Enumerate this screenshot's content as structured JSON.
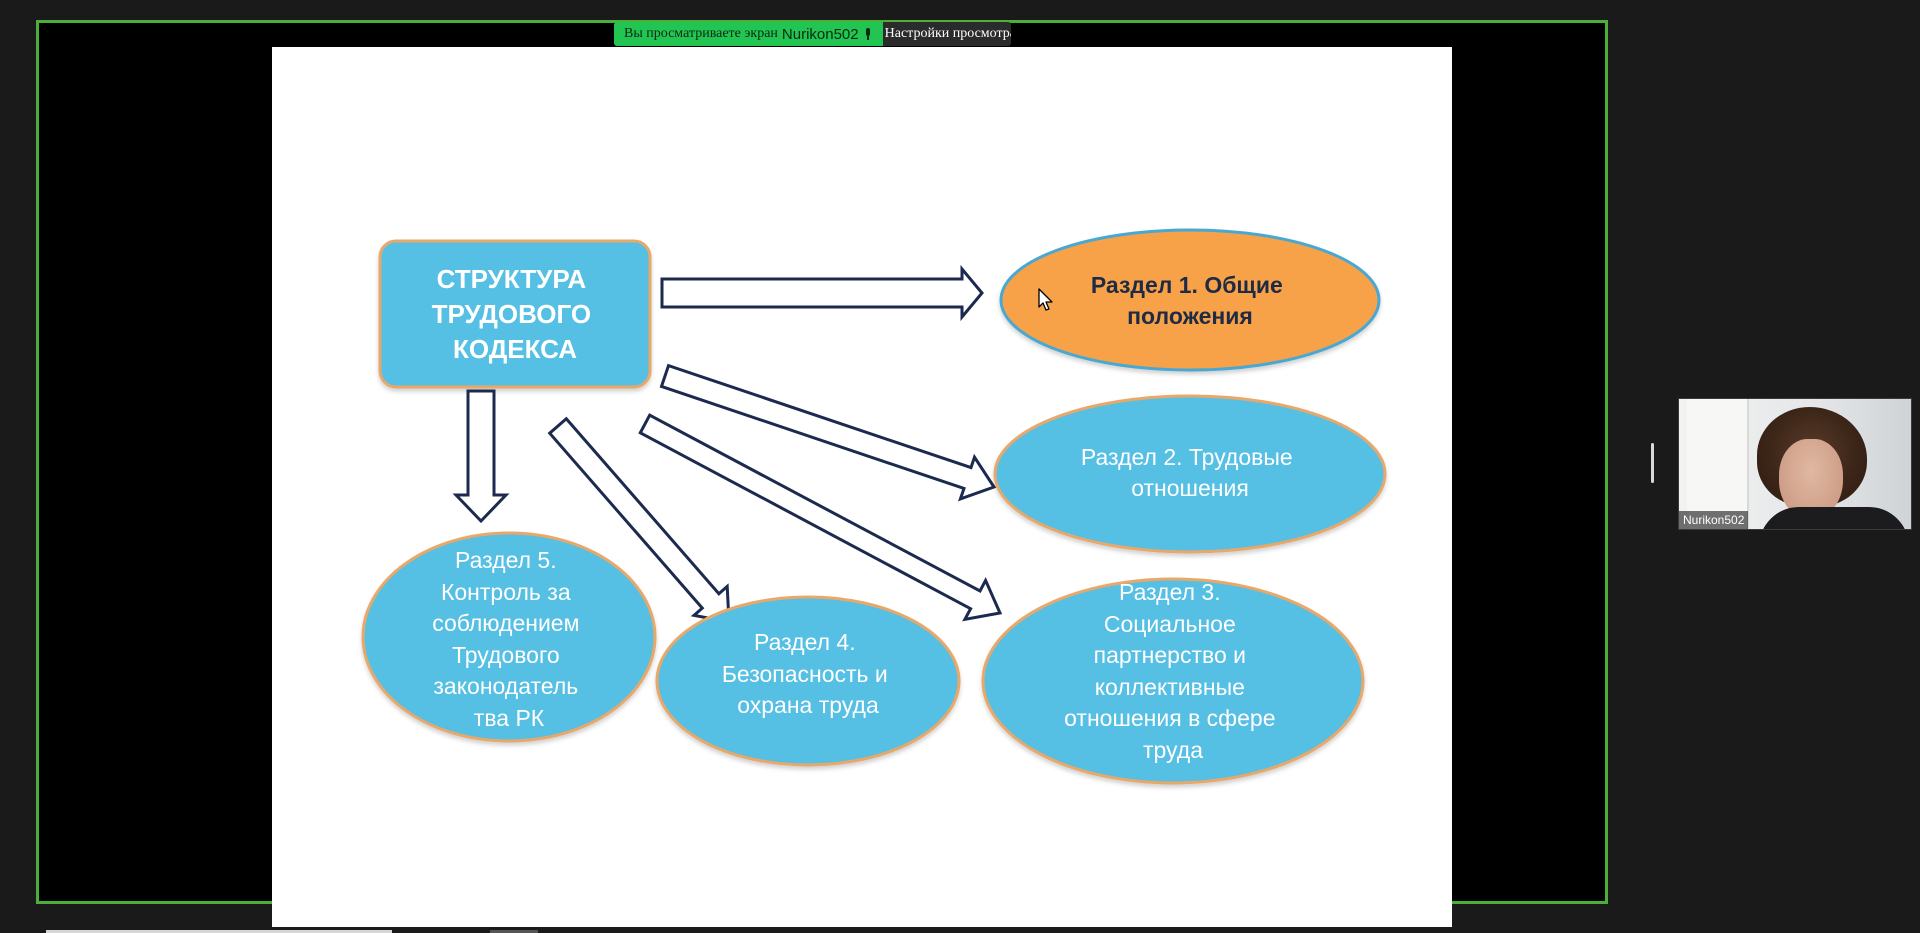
{
  "banner": {
    "prefix": "Вы просматриваете экран",
    "presenter": "Nurikon502",
    "settings": "Настройки просмотра"
  },
  "slide": {
    "main_box": [
      "СТРУКТУРА",
      "ТРУДОВОГО",
      "КОДЕКСА"
    ],
    "sections": [
      {
        "lines": [
          "Раздел 1.  Общие",
          "положения"
        ],
        "highlighted": true
      },
      {
        "lines": [
          "Раздел 2. Трудовые",
          "отношения"
        ],
        "highlighted": false
      },
      {
        "lines": [
          "Раздел 3.",
          "Социальное",
          "партнерство и",
          "коллективные",
          "отношения в сфере",
          "труда"
        ],
        "highlighted": false
      },
      {
        "lines": [
          "Раздел 4.",
          "Безопасность и",
          "охрана труда"
        ],
        "highlighted": false
      },
      {
        "lines": [
          "Раздел 5.",
          "Контроль за",
          "соблюдением",
          "Трудового",
          "законодатель",
          "тва РК"
        ],
        "highlighted": false
      }
    ]
  },
  "self_view": {
    "name": "Nurikon502"
  },
  "colors": {
    "share_border": "#4caf3a",
    "box_blue": "#56bfe4",
    "box_orange": "#f7a24a",
    "outline": "#e8a86b",
    "arrow": "#1b2a4e",
    "banner_green": "#23c552"
  }
}
